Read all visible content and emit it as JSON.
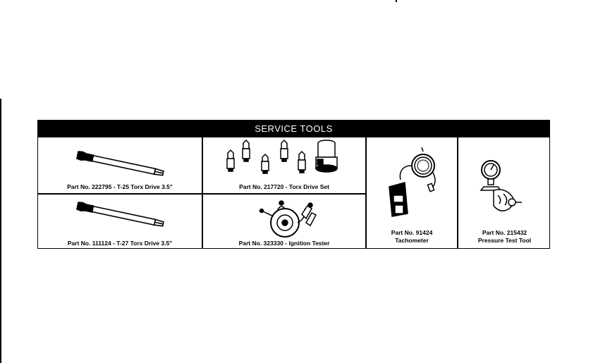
{
  "header": {
    "title": "SERVICE TOOLS"
  },
  "tools": [
    {
      "caption": "Part No. 222795 - T-25 Torx Drive 3.5\"",
      "icon": "torx-bit-icon"
    },
    {
      "caption": "Part No. 111124 - T-27 Torx Drive 3.5\"",
      "icon": "torx-bit-icon"
    },
    {
      "caption": "Part No. 217720 - Torx Drive Set",
      "icon": "torx-set-icon"
    },
    {
      "caption": "Part No. 323330 - Ignition Tester",
      "icon": "ignition-tester-icon"
    },
    {
      "caption_line1": "Part No. 91424",
      "caption_line2": "Tachometer",
      "icon": "tachometer-icon"
    },
    {
      "caption_line1": "Part No. 215432",
      "caption_line2": "Pressure Test Tool",
      "icon": "pressure-gauge-icon"
    }
  ]
}
